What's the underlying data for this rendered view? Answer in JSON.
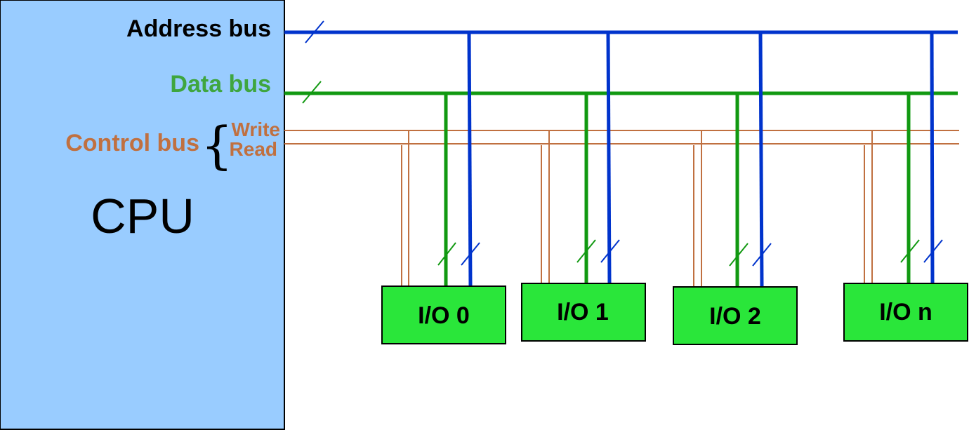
{
  "cpu": {
    "label": "CPU",
    "fill_color": "#99ccff"
  },
  "buses": {
    "address": {
      "label": "Address bus",
      "color": "#0033cc",
      "label_color": "#000000"
    },
    "data": {
      "label": "Data bus",
      "color": "#119911",
      "label_color": "#3fa63f"
    },
    "control": {
      "label": "Control bus",
      "color": "#c07040",
      "label_color": "#c07040",
      "brace": "{",
      "lines": [
        "Write",
        "Read"
      ]
    }
  },
  "io_devices": [
    {
      "label": "I/O 0"
    },
    {
      "label": "I/O 1"
    },
    {
      "label": "I/O 2"
    },
    {
      "label": "I/O n"
    }
  ],
  "io_fill_color": "#2ae63a"
}
